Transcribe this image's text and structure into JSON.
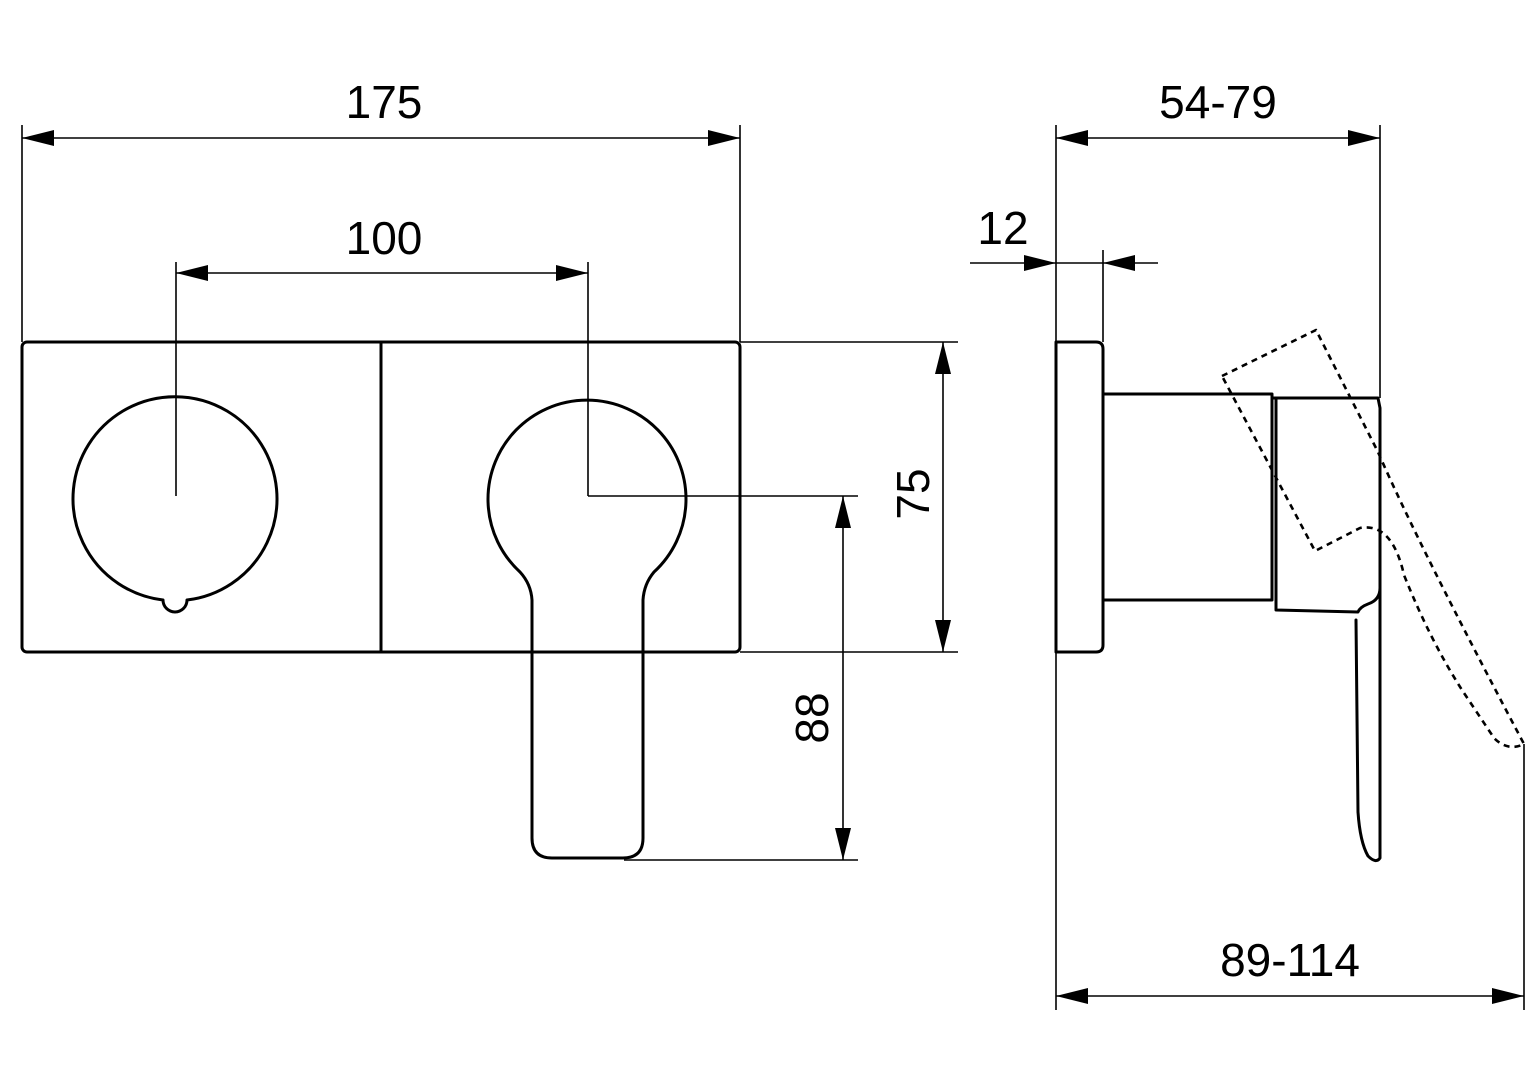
{
  "drawing": {
    "dimensions": {
      "overall_width": "175",
      "center_distance": "100",
      "plate_height": "75",
      "lever_length": "88",
      "side_depth": "54-79",
      "plate_thickness": "12",
      "overall_depth": "89-114"
    },
    "line_color": "#000000",
    "background_color": "#ffffff"
  }
}
